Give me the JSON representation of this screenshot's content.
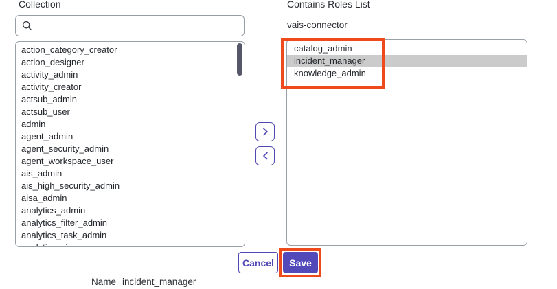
{
  "left_panel": {
    "label": "Collection",
    "search": {
      "value": "",
      "placeholder": ""
    },
    "items": [
      "action_category_creator",
      "action_designer",
      "activity_admin",
      "activity_creator",
      "actsub_admin",
      "actsub_user",
      "admin",
      "agent_admin",
      "agent_security_admin",
      "agent_workspace_user",
      "ais_admin",
      "ais_high_security_admin",
      "aisa_admin",
      "analytics_admin",
      "analytics_filter_admin",
      "analytics_task_admin",
      "analytics_viewer"
    ]
  },
  "transfer": {
    "move_right_icon": "chevron-right-icon",
    "move_left_icon": "chevron-left-icon"
  },
  "right_panel": {
    "label": "Contains Roles List",
    "record_name": "vais-connector",
    "items": [
      {
        "label": "catalog_admin",
        "selected": false
      },
      {
        "label": "incident_manager",
        "selected": true
      },
      {
        "label": "knowledge_admin",
        "selected": false
      }
    ]
  },
  "footer": {
    "cancel_label": "Cancel",
    "save_label": "Save"
  },
  "name_row": {
    "label": "Name",
    "value": "incident_manager"
  },
  "colors": {
    "accent": "#4f48b5",
    "save_background": "#5349b8",
    "annotation": "#ee4a1c",
    "selected_row": "#cbcbcb"
  }
}
